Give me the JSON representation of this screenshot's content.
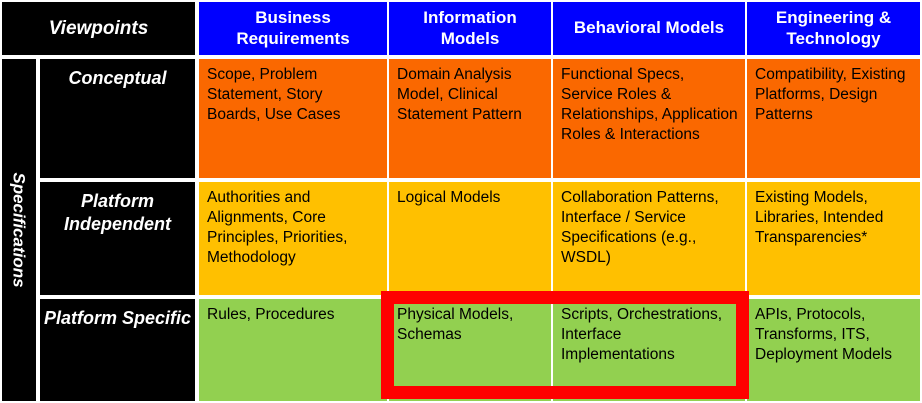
{
  "matrix": {
    "corner_label": "Viewpoints",
    "row_axis_label": "Specifications",
    "columns": [
      {
        "label": "Business Requirements"
      },
      {
        "label": "Information Models"
      },
      {
        "label": "Behavioral Models"
      },
      {
        "label": "Engineering & Technology"
      }
    ],
    "rows": [
      {
        "label": "Conceptual",
        "cells": [
          "Scope, Problem Statement, Story Boards, Use Cases",
          "Domain Analysis Model, Clinical Statement Pattern",
          "Functional Specs, Service Roles & Relationships, Application Roles & Interactions",
          "Compatibility, Existing Platforms, Design Patterns"
        ]
      },
      {
        "label": "Platform Independent",
        "cells": [
          "Authorities and Alignments, Core Principles, Priorities, Methodology",
          "Logical Models",
          "Collaboration Patterns, Interface / Service Specifications (e.g., WSDL)",
          "Existing Models, Libraries, Intended Transparencies*"
        ]
      },
      {
        "label": "Platform Specific",
        "cells": [
          "Rules, Procedures",
          "Physical Models, Schemas",
          "Scripts, Orchestrations, Interface Implementations",
          "APIs, Protocols, Transforms, ITS, Deployment Models"
        ]
      }
    ]
  },
  "colors": {
    "header_blue": "#0000FF",
    "conceptual_orange": "#FA6800",
    "platform_independent_amber": "#FFC000",
    "platform_specific_green": "#92D050",
    "label_black": "#000000",
    "highlight_red": "#FF0000",
    "grid_white": "#FFFFFF"
  },
  "highlight": {
    "name": "platform-specific-information-behavioral-highlight"
  }
}
